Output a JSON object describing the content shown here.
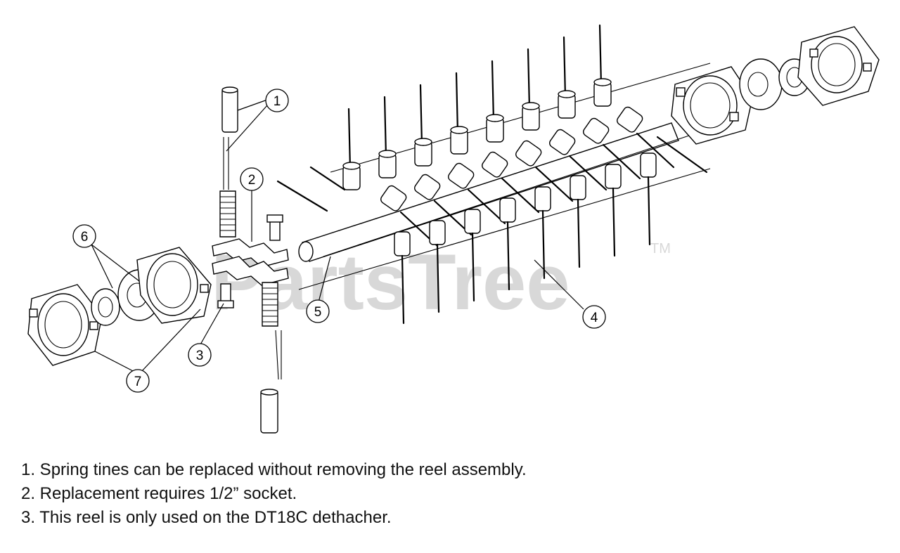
{
  "watermark": {
    "text": "PartsTree",
    "trademark": "TM"
  },
  "callouts": [
    {
      "id": "1",
      "label": "1"
    },
    {
      "id": "2",
      "label": "2"
    },
    {
      "id": "3",
      "label": "3"
    },
    {
      "id": "4",
      "label": "4"
    },
    {
      "id": "5",
      "label": "5"
    },
    {
      "id": "6",
      "label": "6"
    },
    {
      "id": "7",
      "label": "7"
    }
  ],
  "notes": [
    "1. Spring tines can be replaced without removing the reel assembly.",
    "2. Replacement requires 1/2” socket.",
    "3. This reel is only used on the DT18C dethacher."
  ]
}
